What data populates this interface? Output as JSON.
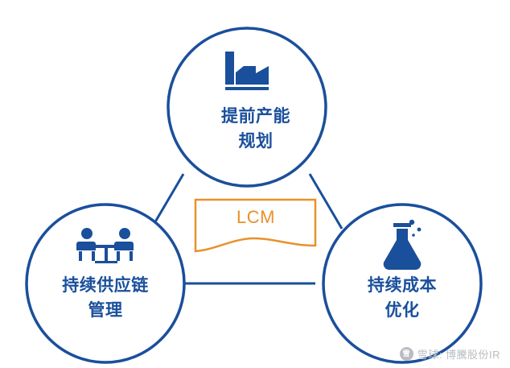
{
  "diagram": {
    "type": "three-node-cycle",
    "center": {
      "label": "LCM",
      "color": "#E8912B",
      "border_color": "#E8912B"
    },
    "nodes": [
      {
        "id": "top",
        "label": "提前产能\n规划",
        "icon": "factory-icon",
        "color": "#1A4F9C"
      },
      {
        "id": "left",
        "label": "持续供应链\n管理",
        "icon": "meeting-people-icon",
        "color": "#1A4F9C"
      },
      {
        "id": "right",
        "label": "持续成本\n优化",
        "icon": "flask-icon",
        "color": "#1A4F9C"
      }
    ],
    "connector_color": "#1A4F9C",
    "background": "#FFFFFF"
  },
  "watermark": {
    "logo_text": "雪",
    "text": "雪球: 博騰股份IR"
  }
}
